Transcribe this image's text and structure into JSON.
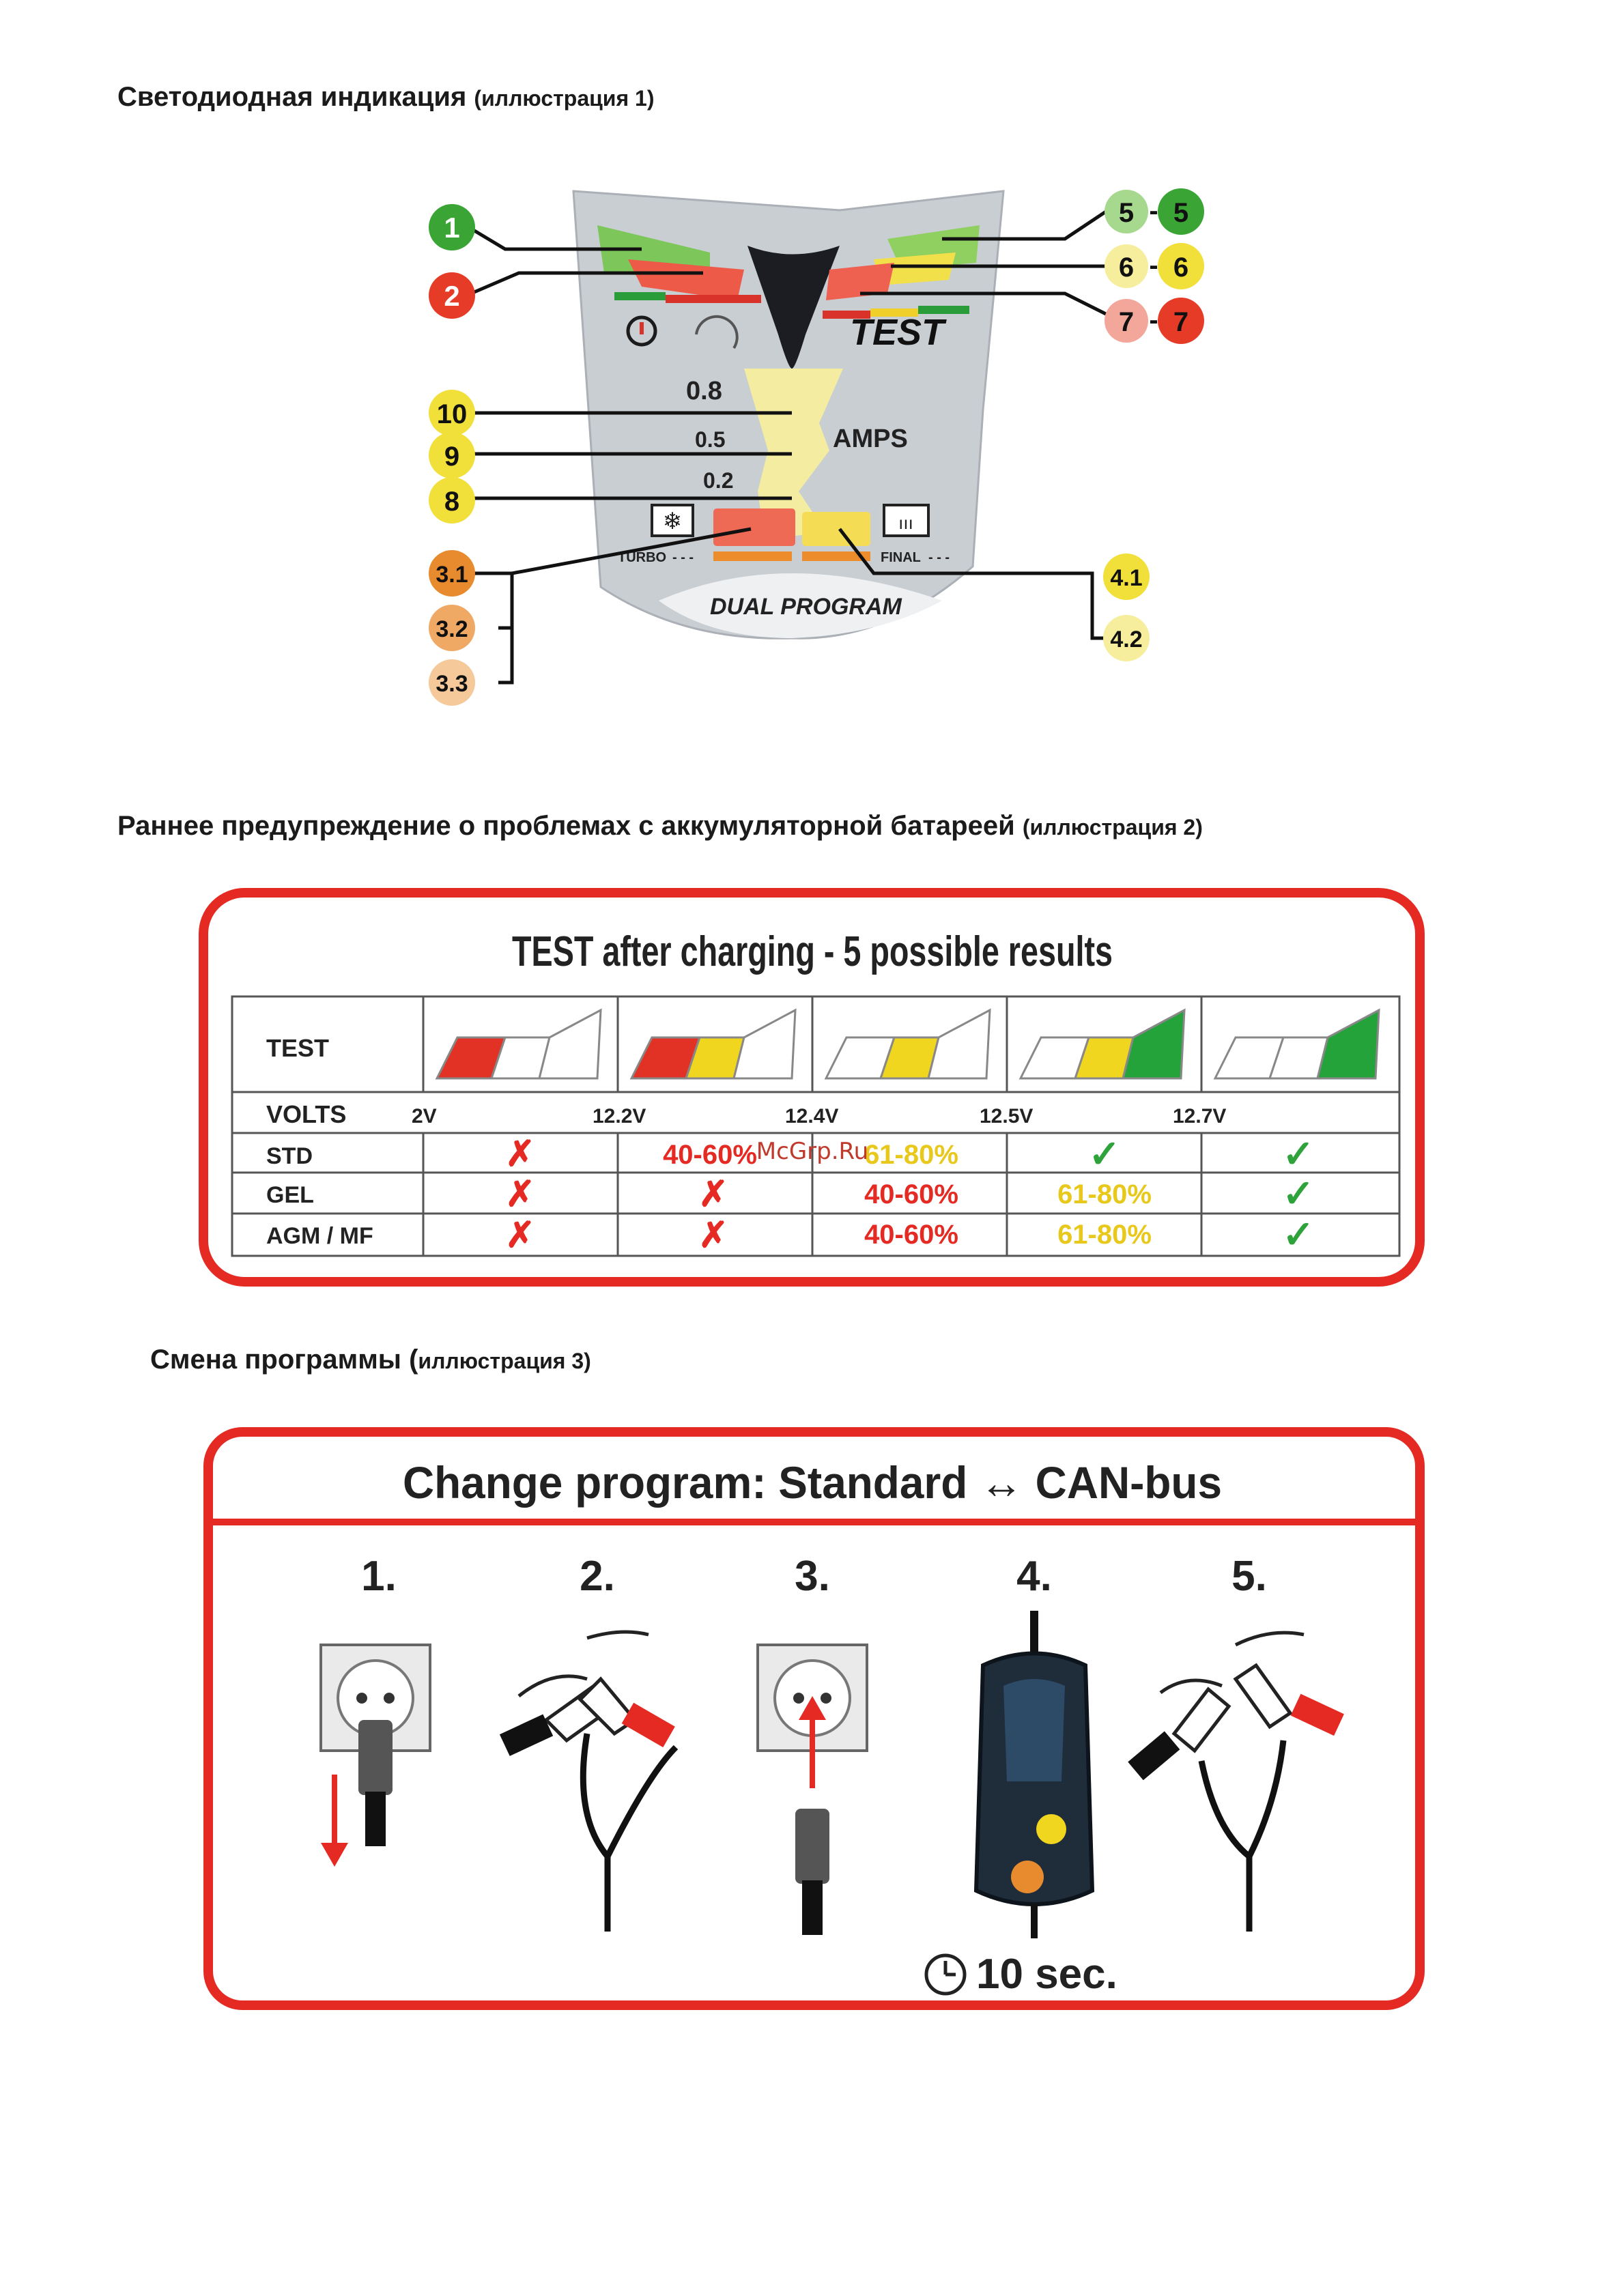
{
  "sections": {
    "s1": {
      "title": "Светодиодная индикация",
      "sub": "(иллюстрация 1)"
    },
    "s2": {
      "title": "Раннее предупреждение о проблемах с аккумуляторной батареей",
      "sub": "(иллюстрация 2)"
    },
    "s3": {
      "title": "Смена программы (",
      "sub": "иллюстрация 3)"
    }
  },
  "panel": {
    "callouts_left": [
      "1",
      "2",
      "10",
      "9",
      "8",
      "3.1",
      "3.2",
      "3.3"
    ],
    "callouts_right": [
      "5",
      "5",
      "6",
      "6",
      "7",
      "7",
      "4.1",
      "4.2"
    ],
    "test_label": "TEST",
    "amps_values": [
      "0.8",
      "0.5",
      "0.2"
    ],
    "amps_label": "AMPS",
    "turbo_label": "TURBO",
    "final_label": "FINAL",
    "dual_program_label": "DUAL PROGRAM",
    "colors": {
      "green": "#3aa535",
      "red": "#e63b27",
      "yellow": "#f1e03a",
      "orange": "#e88b2e"
    }
  },
  "test_table": {
    "title": "TEST after charging - 5 possible results",
    "row_test": "TEST",
    "row_volts": "VOLTS",
    "volts_ticks": [
      "2V",
      "12.2V",
      "12.4V",
      "12.5V",
      "12.7V"
    ],
    "rows": [
      {
        "label": "STD",
        "cells": [
          "✗",
          "40-60%",
          "61-80%",
          "✓",
          "✓"
        ]
      },
      {
        "label": "GEL",
        "cells": [
          "✗",
          "✗",
          "40-60%",
          "61-80%",
          "✓"
        ]
      },
      {
        "label": "AGM / MF",
        "cells": [
          "✗",
          "✗",
          "40-60%",
          "61-80%",
          "✓"
        ]
      }
    ],
    "watermark": "McGrp.Ru",
    "colors": {
      "frame": "#e42a22",
      "cross": "#e42a22",
      "check": "#2fa33b",
      "pct_red": "#e42a22",
      "pct_yellow": "#e8c81a"
    }
  },
  "change_program": {
    "title": "Change program: Standard ↔ CAN-bus",
    "steps": [
      "1.",
      "2.",
      "3.",
      "4.",
      "5."
    ],
    "timer_label": "10 sec."
  }
}
